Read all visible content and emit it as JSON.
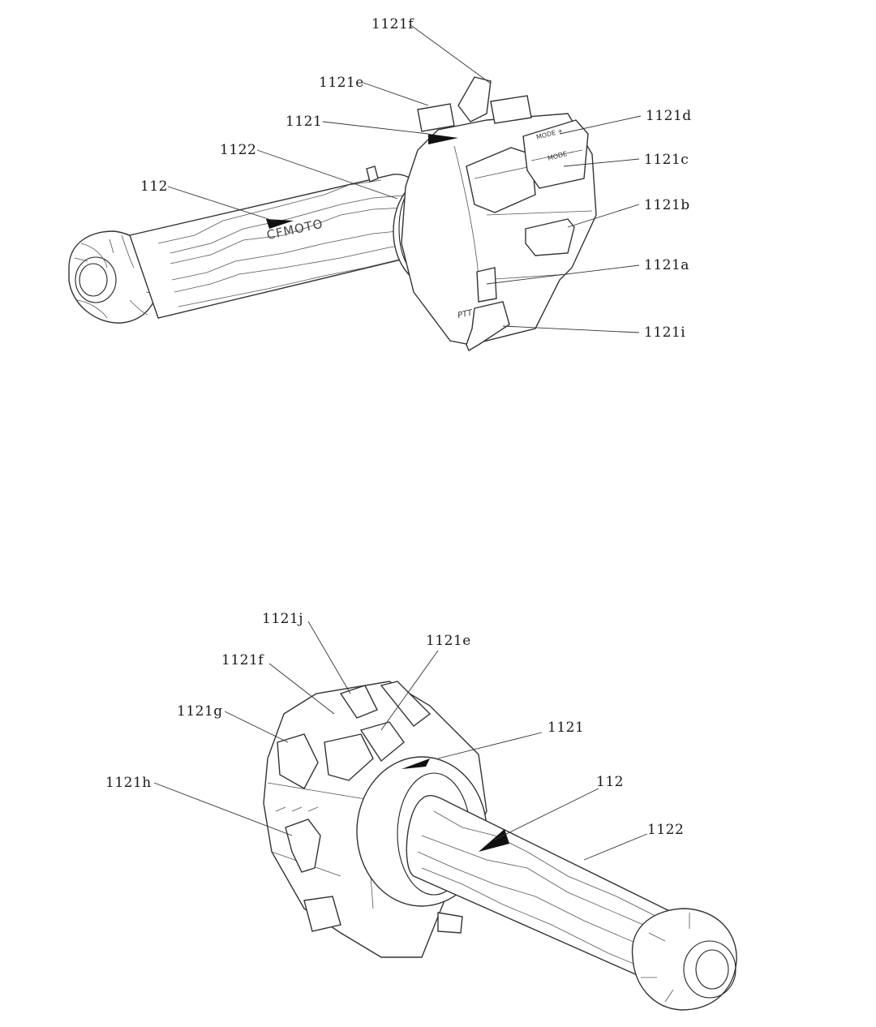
{
  "figure_top": {
    "labels": {
      "l_1121f": "1121f",
      "l_1121e": "1121e",
      "l_1121": "1121",
      "l_1122": "1122",
      "l_112": "112",
      "l_1121d": "1121d",
      "l_1121c": "1121c",
      "l_1121b": "1121b",
      "l_1121a": "1121a",
      "l_1121i": "1121i"
    },
    "grip_logo": "CFMOTO",
    "ptt_text": "PTT",
    "mode_plus": "MODE +",
    "mode_minus": "MODE −"
  },
  "figure_bottom": {
    "labels": {
      "l_1121j": "1121j",
      "l_1121e": "1121e",
      "l_1121f": "1121f",
      "l_1121g": "1121g",
      "l_1121": "1121",
      "l_112": "112",
      "l_1121h": "1121h",
      "l_1122": "1122"
    }
  }
}
